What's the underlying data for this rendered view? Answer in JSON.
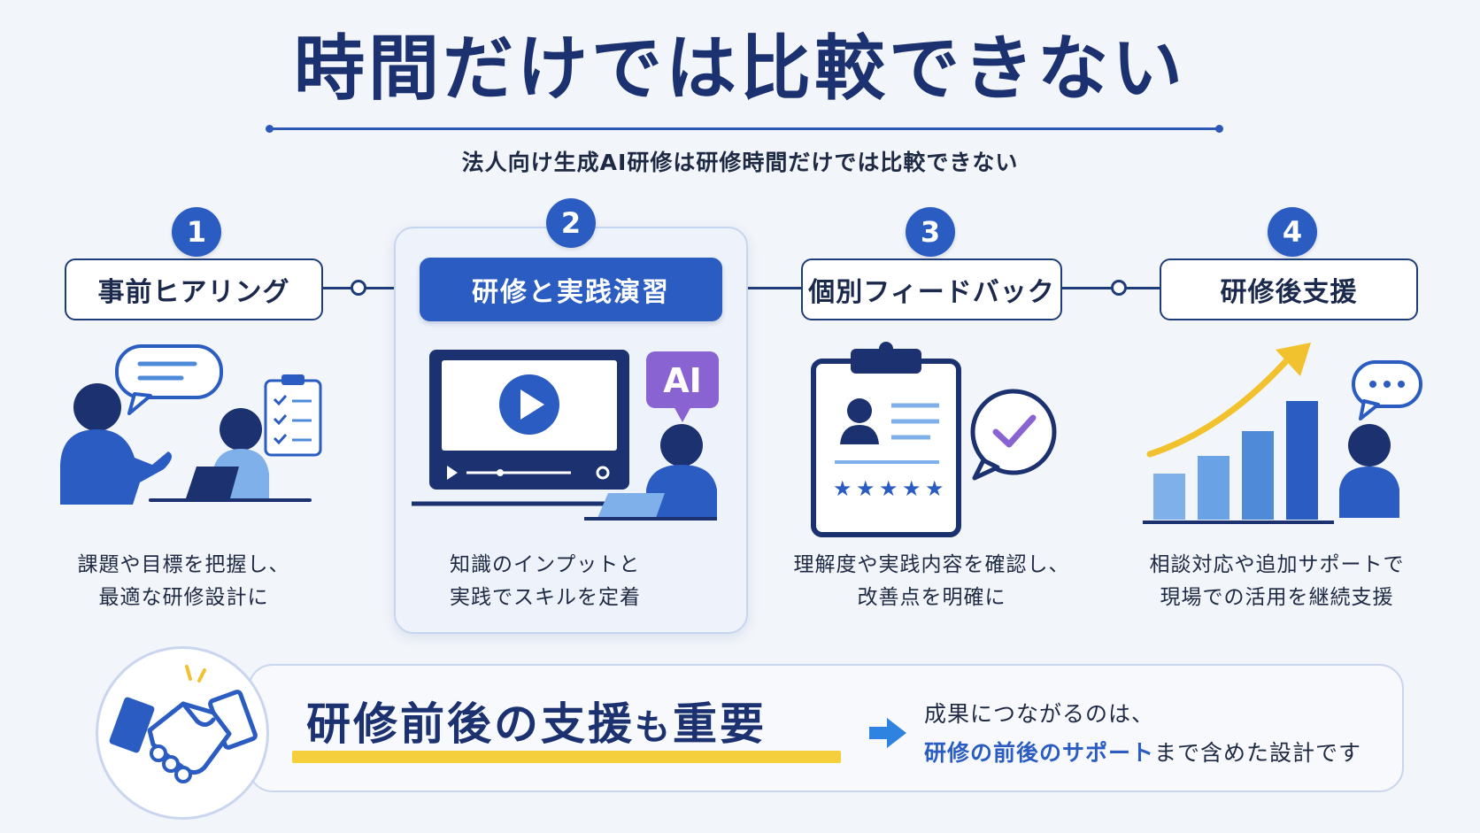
{
  "header": {
    "title": "時間だけでは比較できない",
    "subtitle": "法人向け生成AI研修は研修時間だけでは比較できない"
  },
  "steps": [
    {
      "number": "1",
      "label": "事前ヒアリング",
      "desc_line1": "課題や目標を把握し、",
      "desc_line2": "最適な研修設計に"
    },
    {
      "number": "2",
      "label": "研修と実践演習",
      "desc_line1": "知識のインプットと",
      "desc_line2": "実践でスキルを定着",
      "badge": "AI"
    },
    {
      "number": "3",
      "label": "個別フィードバック",
      "desc_line1": "理解度や実践内容を確認し、",
      "desc_line2": "改善点を明確に"
    },
    {
      "number": "4",
      "label": "研修後支援",
      "desc_line1": "相談対応や追加サポートで",
      "desc_line2": "現場での活用を継続支援"
    }
  ],
  "banner": {
    "heading_part1": "研修前後の支援",
    "heading_part2": "も",
    "heading_part3": "重要",
    "line1": "成果につながるのは、",
    "line2_emphasis": "研修の前後のサポート",
    "line2_rest": "まで含めた設計です"
  },
  "colors": {
    "primary": "#2a5cc1",
    "navy": "#1b3170",
    "accent_yellow": "#f5cf3c",
    "ai_purple": "#8a63d2"
  },
  "icons": [
    "speech-bubble-icon",
    "people-meeting-icon",
    "checklist-clipboard-icon",
    "monitor-play-icon",
    "ai-badge-icon",
    "learner-laptop-icon",
    "profile-clipboard-icon",
    "checkmark-bubble-icon",
    "star-rating-icon",
    "growth-chart-icon",
    "trend-arrow-icon",
    "ellipsis-bubble-icon",
    "handshake-icon",
    "right-arrow-icon"
  ]
}
